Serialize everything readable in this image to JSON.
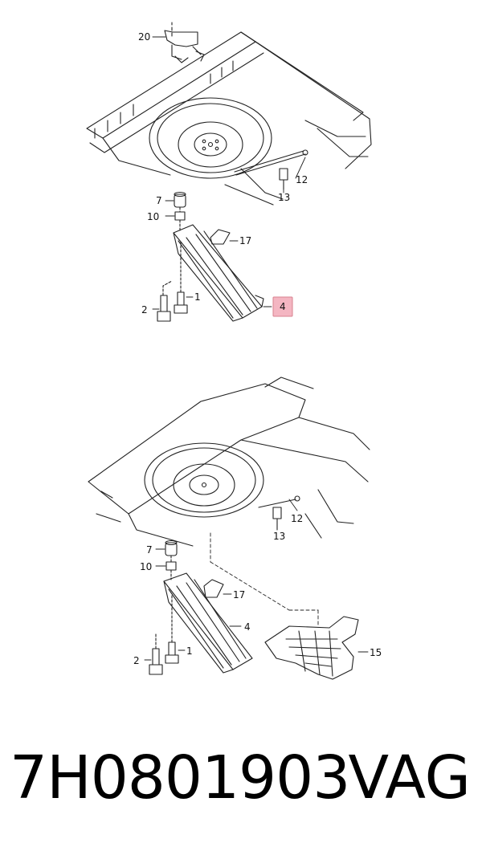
{
  "callouts": {
    "top": [
      "20",
      "7",
      "10",
      "17",
      "2",
      "1",
      "4",
      "12",
      "13"
    ],
    "bottom": [
      "7",
      "10",
      "17",
      "4",
      "2",
      "1",
      "13",
      "12",
      "15"
    ]
  },
  "highlight": {
    "label": "4",
    "color": "#f4b6c2",
    "stroke": "#d9818f"
  },
  "footer": {
    "part_number": "7H0801903",
    "brand": "VAG"
  }
}
